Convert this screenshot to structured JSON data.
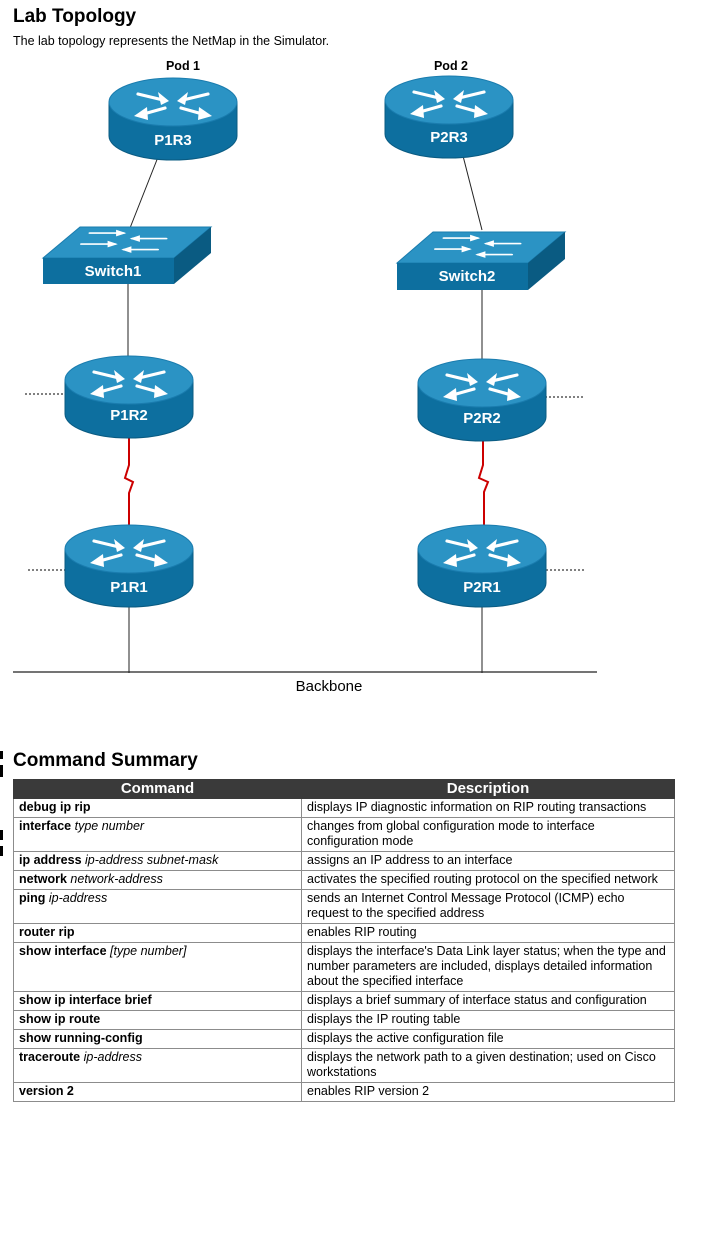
{
  "header": {
    "title": "Lab Topology",
    "subtitle": "The lab topology represents the NetMap in the Simulator."
  },
  "topology": {
    "pod1_label": "Pod 1",
    "pod2_label": "Pod 2",
    "p1r3": "P1R3",
    "p2r3": "P2R3",
    "switch1": "Switch1",
    "switch2": "Switch2",
    "p1r2": "P1R2",
    "p2r2": "P2R2",
    "p1r1": "P1R1",
    "p2r1": "P2R1",
    "backbone": "Backbone",
    "colors": {
      "device_top": "#2b93c4",
      "device_side": "#0d6f9f",
      "serial": "#cc0000"
    }
  },
  "summary": {
    "title": "Command Summary",
    "col_command": "Command",
    "col_description": "Description",
    "rows": [
      {
        "cmd": "debug ip rip",
        "args": "",
        "desc": "displays IP diagnostic information on RIP routing transactions"
      },
      {
        "cmd": "interface",
        "args": "type number",
        "desc": "changes from global configuration mode to interface configuration mode"
      },
      {
        "cmd": "ip address",
        "args": "ip-address subnet-mask",
        "desc": "assigns an IP address to an interface"
      },
      {
        "cmd": "network",
        "args": "network-address",
        "desc": "activates the specified routing protocol on the specified network"
      },
      {
        "cmd": "ping",
        "args": "ip-address",
        "desc": "sends an Internet Control Message Protocol (ICMP) echo request to the specified address"
      },
      {
        "cmd": "router rip",
        "args": "",
        "desc": "enables RIP routing"
      },
      {
        "cmd": "show interface",
        "args": "[type number]",
        "desc": "displays the interface's Data Link layer status; when the type and number parameters are included, displays detailed information about the specified interface"
      },
      {
        "cmd": "show ip interface brief",
        "args": "",
        "desc": "displays a brief summary of interface status and configuration"
      },
      {
        "cmd": "show ip route",
        "args": "",
        "desc": "displays the IP routing table"
      },
      {
        "cmd": "show running-config",
        "args": "",
        "desc": "displays the active configuration file"
      },
      {
        "cmd": "traceroute",
        "args": "ip-address",
        "desc": "displays the network path to a given destination; used on Cisco workstations"
      },
      {
        "cmd": "version 2",
        "args": "",
        "desc": "enables RIP version 2"
      }
    ]
  }
}
